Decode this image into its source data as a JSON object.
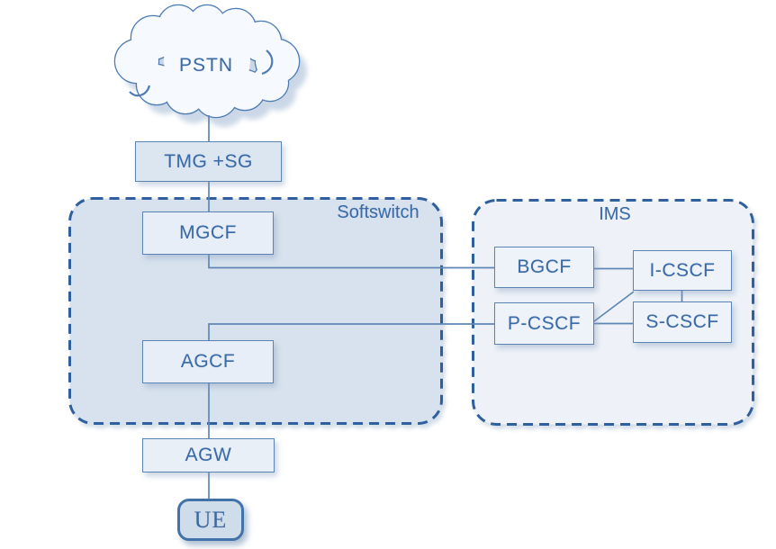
{
  "diagram": {
    "cloud": {
      "label": "PSTN"
    },
    "containers": {
      "softswitch": {
        "label": "Softswitch"
      },
      "ims": {
        "label": "IMS"
      }
    },
    "nodes": {
      "tmg": {
        "label": "TMG +SG"
      },
      "mgcf": {
        "label": "MGCF"
      },
      "agcf": {
        "label": "AGCF"
      },
      "agw": {
        "label": "AGW"
      },
      "ue": {
        "label": "UE"
      },
      "bgcf": {
        "label": "BGCF"
      },
      "icscf": {
        "label": "I-CSCF"
      },
      "pcscf": {
        "label": "P-CSCF"
      },
      "scscf": {
        "label": "S-CSCF"
      }
    },
    "connections": [
      {
        "from": "PSTN",
        "to": "TMG +SG"
      },
      {
        "from": "TMG +SG",
        "to": "MGCF"
      },
      {
        "from": "MGCF",
        "to": "BGCF"
      },
      {
        "from": "BGCF",
        "to": "I-CSCF"
      },
      {
        "from": "I-CSCF",
        "to": "S-CSCF"
      },
      {
        "from": "P-CSCF",
        "to": "I-CSCF"
      },
      {
        "from": "P-CSCF",
        "to": "S-CSCF"
      },
      {
        "from": "AGCF",
        "to": "P-CSCF"
      },
      {
        "from": "AGCF",
        "to": "AGW"
      },
      {
        "from": "AGW",
        "to": "UE"
      }
    ],
    "colors": {
      "connector_line": "#5f87b5",
      "box_border": "#5b84b3",
      "dashed_border": "#2f619d",
      "label_text": "#3a6ba6",
      "softswitch_fill": "#d8e2ee",
      "ims_fill": "#eef2f8",
      "node_fill": "#e8eef7",
      "ue_fill": "#cfdcea",
      "cloud_fill": "#f6f9fd",
      "cloud_border": "#4d7cb3",
      "shadow": "#c2d1e3"
    }
  }
}
